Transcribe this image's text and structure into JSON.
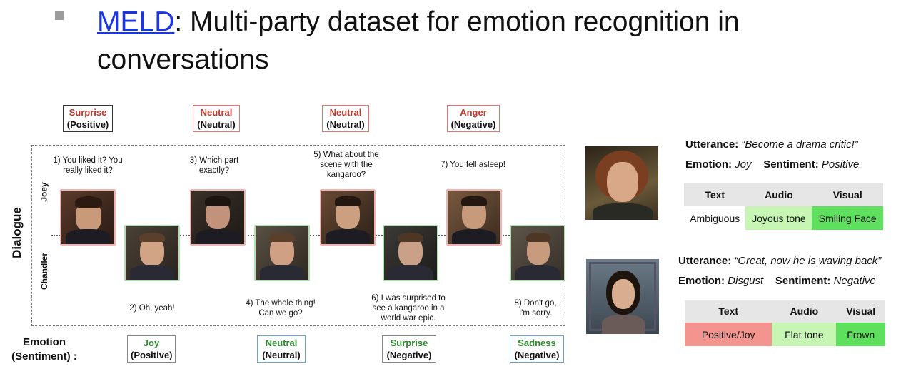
{
  "slide": {
    "title_link": "MELD",
    "title_rest": ": Multi-party dataset for emotion recognition in",
    "title_line2": "conversations"
  },
  "dialogue": {
    "axis_label": "Dialogue",
    "speaker_joey": "Joey",
    "speaker_chandler": "Chandler",
    "top_labels": [
      {
        "emotion": "Surprise",
        "sentiment": "(Positive)"
      },
      {
        "emotion": "Neutral",
        "sentiment": "(Neutral)"
      },
      {
        "emotion": "Neutral",
        "sentiment": "(Neutral)"
      },
      {
        "emotion": "Anger",
        "sentiment": "(Negative)"
      }
    ],
    "bottom_labels": [
      {
        "emotion": "Joy",
        "sentiment": "(Positive)"
      },
      {
        "emotion": "Neutral",
        "sentiment": "(Neutral)"
      },
      {
        "emotion": "Surprise",
        "sentiment": "(Negative)"
      },
      {
        "emotion": "Sadness",
        "sentiment": "(Negative)"
      }
    ],
    "utterances": [
      {
        "line1": "1)   You liked it? You",
        "line2": "really liked it?",
        "line3": ""
      },
      {
        "line1": "3) Which part",
        "line2": "exactly?",
        "line3": ""
      },
      {
        "line1": "5) What about the",
        "line2": "scene with the",
        "line3": "kangaroo?"
      },
      {
        "line1": "7) You fell asleep!",
        "line2": "",
        "line3": ""
      },
      {
        "line1": "2) Oh, yeah!",
        "line2": "",
        "line3": ""
      },
      {
        "line1": "4) The whole thing!",
        "line2": "Can we go?",
        "line3": ""
      },
      {
        "line1": "6) I was surprised to",
        "line2": "see a kangaroo in a",
        "line3": "world war epic."
      },
      {
        "line1": "8) Don't go,",
        "line2": "I'm sorry.",
        "line3": ""
      }
    ],
    "legend_line1": "Emotion",
    "legend_line2": "(Sentiment) :"
  },
  "example1": {
    "utterance_label": "Utterance:",
    "utterance_text": "“Become a drama critic!”",
    "emotion_label": "Emotion:",
    "emotion_value": "Joy",
    "sentiment_label": "Sentiment:",
    "sentiment_value": "Positive",
    "headers": [
      "Text",
      "Audio",
      "Visual"
    ],
    "cells": [
      "Ambiguous",
      "Joyous tone",
      "Smiling Face"
    ],
    "cell_colors": [
      "#ffffff",
      "#c6f5b4",
      "#5ee05e"
    ]
  },
  "example2": {
    "utterance_label": "Utterance:",
    "utterance_text": "“Great, now he is waving back”",
    "emotion_label": "Emotion:",
    "emotion_value": "Disgust",
    "sentiment_label": "Sentiment:",
    "sentiment_value": "Negative",
    "headers": [
      "Text",
      "Audio",
      "Visual"
    ],
    "cells": [
      "Positive/Joy",
      "Flat tone",
      "Frown"
    ],
    "cell_colors": [
      "#f4948e",
      "#c6f5b4",
      "#5ee05e"
    ]
  },
  "colors": {
    "link": "#1a35e8",
    "emotion_red": "#c0392b",
    "emotion_green": "#2e8b2e"
  }
}
